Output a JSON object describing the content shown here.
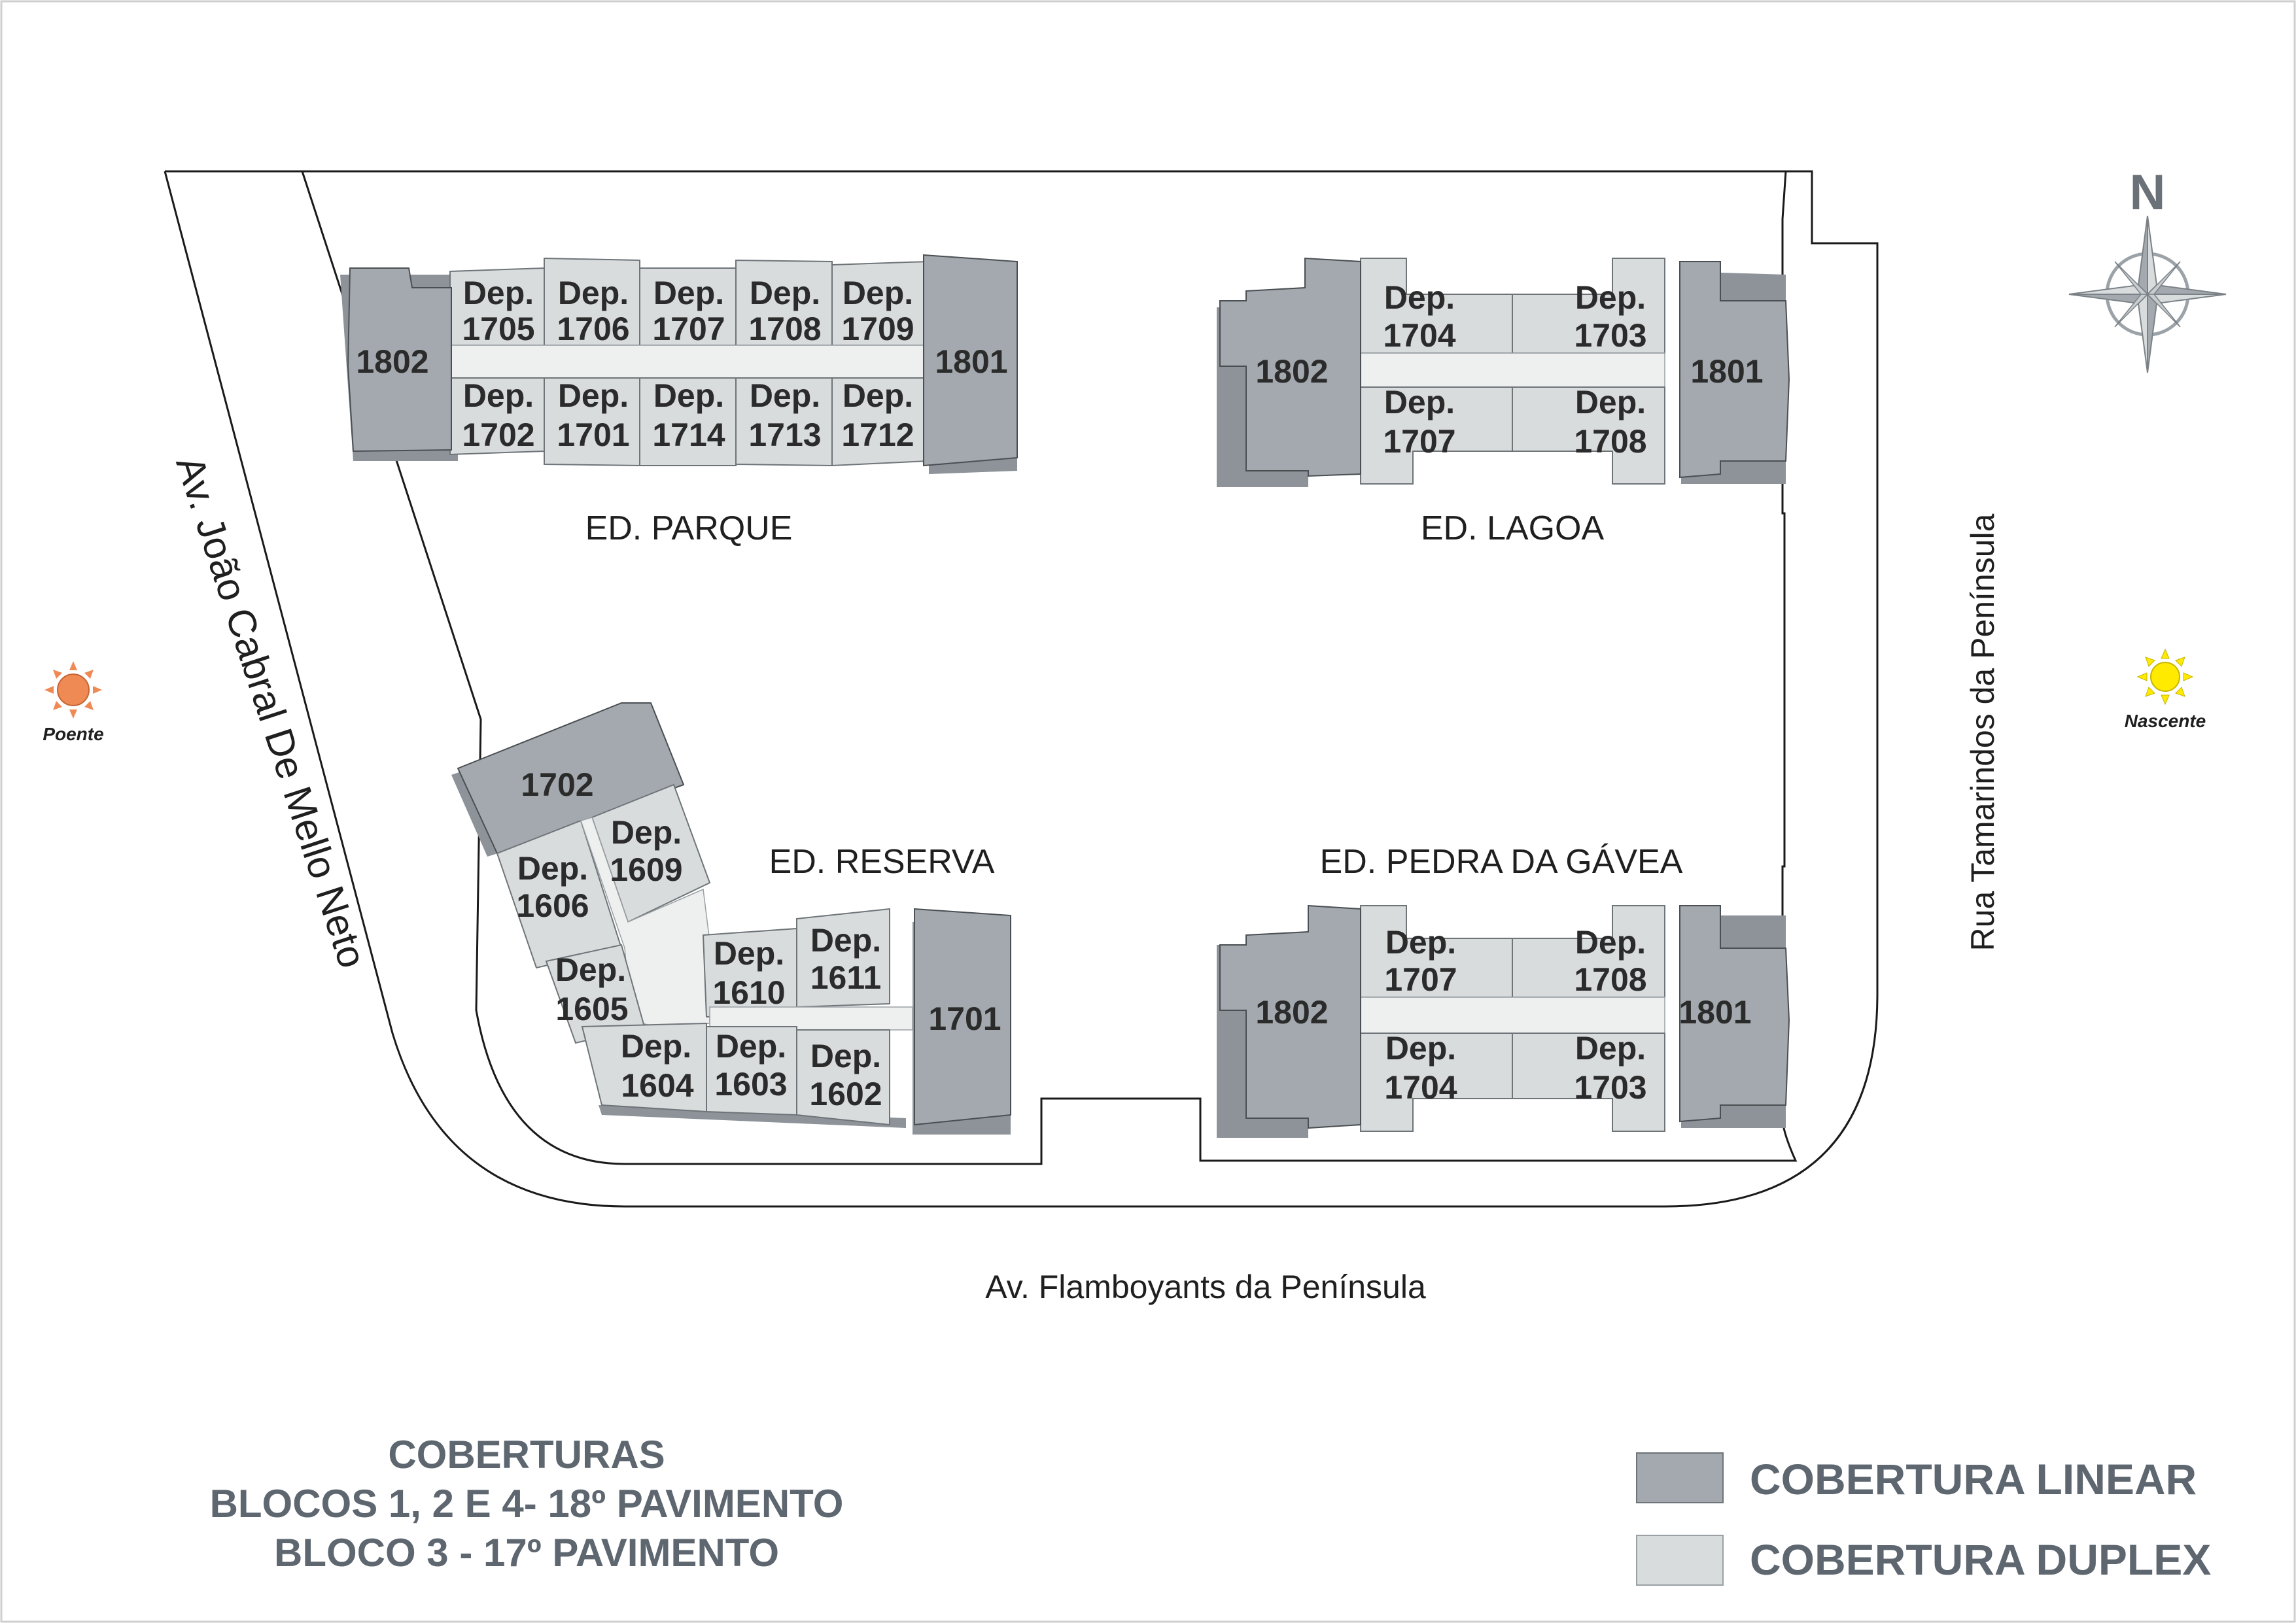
{
  "colors": {
    "linear": "#a3a9ae",
    "duplex": "#d8dcdd",
    "shadow": "#8d9399",
    "outline": "#4a4f53",
    "poente_sun": "#ef8a55",
    "nascente_sun": "#ffea00",
    "title": "#5e6770"
  },
  "compass": {
    "label": "N",
    "icon": "compass-rose-icon"
  },
  "suns": {
    "poente": {
      "label": "Poente",
      "icon": "sun-icon"
    },
    "nascente": {
      "label": "Nascente",
      "icon": "sun-icon"
    }
  },
  "streets": {
    "west": "Av. João Cabral De Mello Neto",
    "east": "Rua Tamarindos da Península",
    "south": "Av. Flamboyants da Península"
  },
  "buildings": {
    "parque": {
      "name": "ED. PARQUE",
      "linear": [
        "1802",
        "1801"
      ],
      "duplex_top": [
        [
          "Dep.",
          "1705"
        ],
        [
          "Dep.",
          "1706"
        ],
        [
          "Dep.",
          "1707"
        ],
        [
          "Dep.",
          "1708"
        ],
        [
          "Dep.",
          "1709"
        ]
      ],
      "duplex_bottom": [
        [
          "Dep.",
          "1702"
        ],
        [
          "Dep.",
          "1701"
        ],
        [
          "Dep.",
          "1714"
        ],
        [
          "Dep.",
          "1713"
        ],
        [
          "Dep.",
          "1712"
        ]
      ]
    },
    "lagoa": {
      "name": "ED. LAGOA",
      "linear": [
        "1802",
        "1801"
      ],
      "duplex": [
        [
          "Dep.",
          "1704"
        ],
        [
          "Dep.",
          "1703"
        ],
        [
          "Dep.",
          "1707"
        ],
        [
          "Dep.",
          "1708"
        ]
      ]
    },
    "reserva": {
      "name": "ED. RESERVA",
      "linear": [
        "1702",
        "1701"
      ],
      "duplex": [
        [
          "Dep.",
          "1606"
        ],
        [
          "Dep.",
          "1609"
        ],
        [
          "Dep.",
          "1605"
        ],
        [
          "Dep.",
          "1610"
        ],
        [
          "Dep.",
          "1611"
        ],
        [
          "Dep.",
          "1604"
        ],
        [
          "Dep.",
          "1603"
        ],
        [
          "Dep.",
          "1602"
        ]
      ]
    },
    "pedra": {
      "name": "ED. PEDRA DA GÁVEA",
      "linear": [
        "1802",
        "1801"
      ],
      "duplex": [
        [
          "Dep.",
          "1707"
        ],
        [
          "Dep.",
          "1708"
        ],
        [
          "Dep.",
          "1704"
        ],
        [
          "Dep.",
          "1703"
        ]
      ]
    }
  },
  "title": [
    "COBERTURAS",
    "BLOCOS 1, 2 E 4- 18º PAVIMENTO",
    "BLOCO 3 - 17º PAVIMENTO"
  ],
  "legend": {
    "linear": "COBERTURA LINEAR",
    "duplex": "COBERTURA DUPLEX"
  }
}
